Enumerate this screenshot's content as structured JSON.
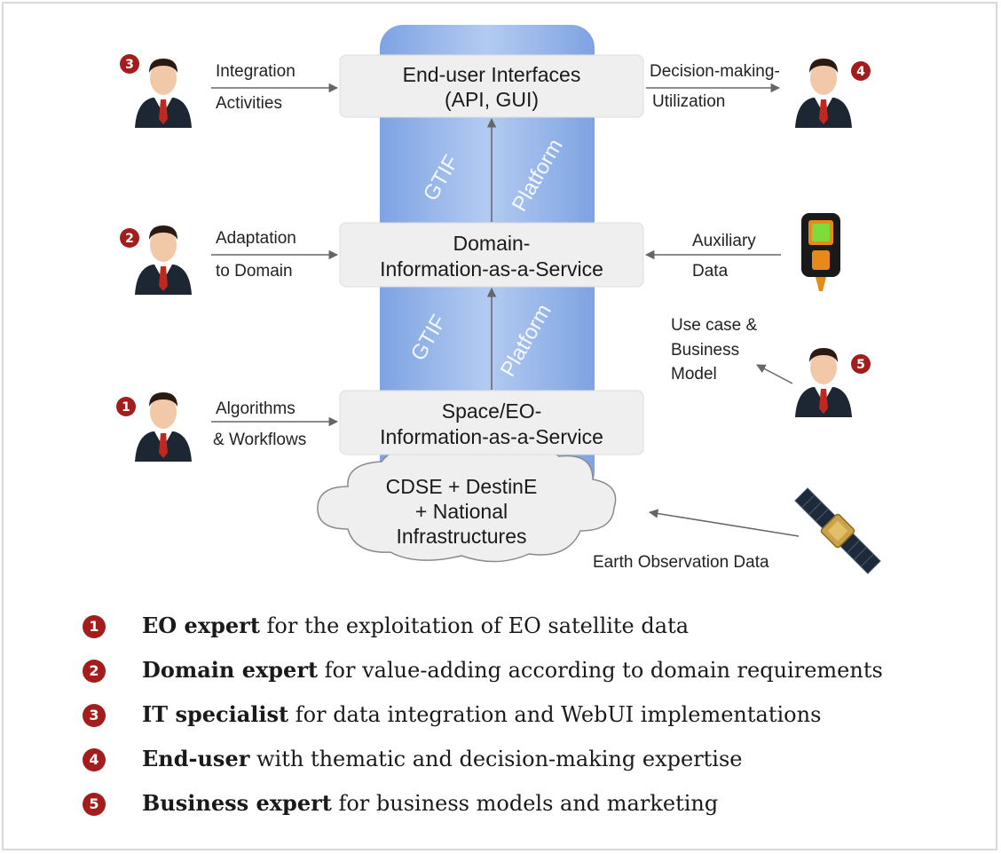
{
  "diagram": {
    "boxes": {
      "end_user_interfaces": [
        "End-user Interfaces",
        "(API, GUI)"
      ],
      "domain_service": [
        "Domain-",
        "Information-as-a-Service"
      ],
      "space_service": [
        "Space/EO-",
        "Information-as-a-Service"
      ]
    },
    "cloud": [
      "CDSE + DestinE",
      "+ National",
      "Infrastructures"
    ],
    "platform_labels": {
      "gtif": "GTIF",
      "platform": "Platform"
    },
    "flow_labels": {
      "integration": [
        "Integration",
        "Activities"
      ],
      "decision": [
        "Decision-making-",
        "Utilization"
      ],
      "adaptation": [
        "Adaptation",
        "to Domain"
      ],
      "auxiliary": [
        "Auxiliary",
        "Data"
      ],
      "use_case": [
        "Use case &",
        "Business",
        "Model"
      ],
      "algorithms": [
        "Algorithms",
        "& Workflows"
      ],
      "eo_data": "Earth Observation Data"
    },
    "badges": [
      "3",
      "4",
      "2",
      "5",
      "1"
    ]
  },
  "legend": [
    {
      "num": "1",
      "bold": "EO expert",
      "text": " for the exploitation of EO satellite data"
    },
    {
      "num": "2",
      "bold": "Domain expert",
      "text": " for value-adding according to domain requirements"
    },
    {
      "num": "3",
      "bold": "IT specialist",
      "text": " for data integration and WebUI implementations"
    },
    {
      "num": "4",
      "bold": "End-user",
      "text": " with thematic and decision-making expertise"
    },
    {
      "num": "5",
      "bold": "Business expert",
      "text": " for business models and marketing"
    }
  ],
  "colors": {
    "badge": "#a31d1d",
    "platform_band": "#8fb1e8",
    "box_fill": "#efefef",
    "arrow": "#666666"
  }
}
